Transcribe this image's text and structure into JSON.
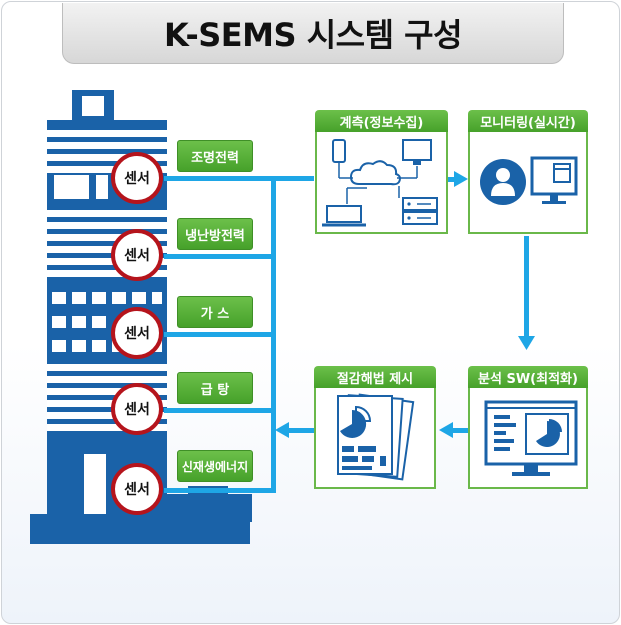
{
  "title": "K-SEMS 시스템 구성",
  "sensor_label": "센서",
  "sources": [
    "조명전력",
    "냉난방전력",
    "가 스",
    "급 탕",
    "신재생에너지"
  ],
  "boxes": {
    "measure": "계측(정보수집)",
    "monitor": "모니터링(실시간)",
    "analysis": "분석 SW(최적화)",
    "proposal": "절감해법 제시"
  },
  "colors": {
    "building": "#1a62a8",
    "pipe": "#1ea6e6",
    "label_green": "#46a12a",
    "sensor_ring": "#b5141c"
  }
}
